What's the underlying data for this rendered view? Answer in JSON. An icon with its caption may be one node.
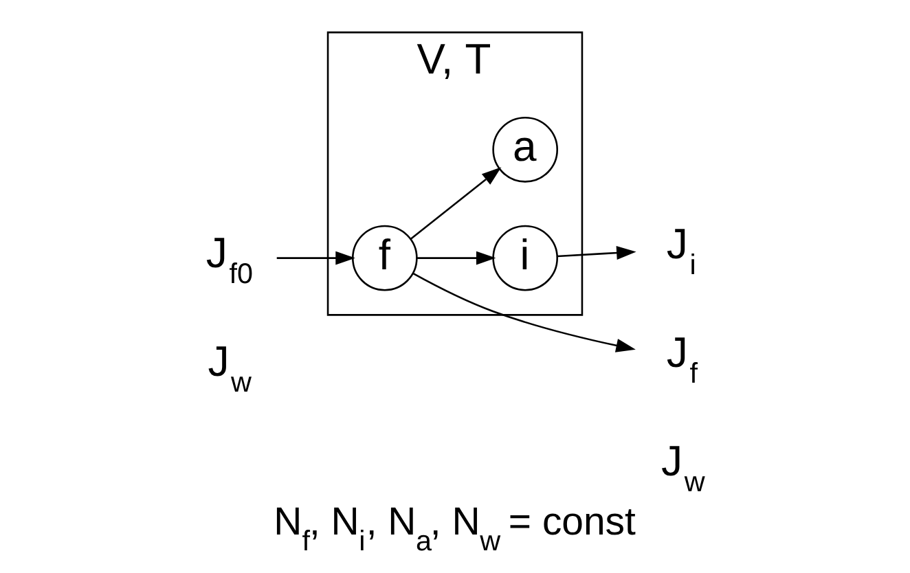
{
  "diagram": {
    "caption": "N$_{f}$, N$_{i}$, N$_{a}$, N$_{w}$ = const",
    "nodes": [
      {
        "text": [
          "V, T"
        ]
      },
      {
        "text": [
          "f"
        ],
        "in": 0
      },
      {
        "text": [
          "i"
        ],
        "in": 0
      },
      {
        "text": [
          "a"
        ],
        "in": 0
      },
      {
        "text": [
          "J$_{f0}$"
        ]
      },
      {
        "text": [
          "J$_{i}$"
        ]
      },
      {
        "text": [
          "J$_{f}$"
        ]
      }
    ],
    "edges": [
      {
        "from": 4,
        "to": 1,
        "arrow": "to"
      },
      {
        "from": 1,
        "to": 2,
        "arrow": "to"
      },
      {
        "from": 1,
        "to": 3,
        "arrow": "to"
      },
      {
        "from": 1,
        "to": 6,
        "arrow": "to"
      },
      {
        "from": 2,
        "to": 5,
        "arrow": "to"
      }
    ],
    "labels": [
      "J$_{w}$",
      "J$_{w}$"
    ]
  }
}
